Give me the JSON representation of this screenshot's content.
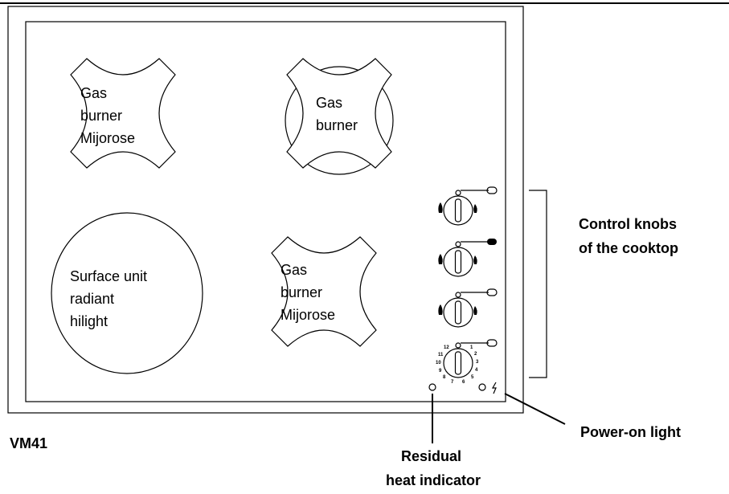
{
  "burners": {
    "top_left": {
      "line1": "Gas",
      "line2": "burner",
      "line3": "Mijorose"
    },
    "top_middle": {
      "line1": "Gas",
      "line2": "burner"
    },
    "bottom_left": {
      "line1": "Surface unit",
      "line2": "radiant",
      "line3": "hilight"
    },
    "bottom_middle": {
      "line1": "Gas",
      "line2": "burner",
      "line3": "Mijorose"
    }
  },
  "callouts": {
    "control_knobs": {
      "line1": "Control knobs",
      "line2": "of the cooktop"
    },
    "power_on_light": "Power-on light",
    "residual_heat": {
      "line1": "Residual",
      "line2": "heat indicator"
    }
  },
  "model": "VM41",
  "knob_scale": [
    "12",
    "1",
    "2",
    "3",
    "4",
    "5",
    "6",
    "7",
    "8",
    "9",
    "10",
    "11"
  ],
  "colors": {
    "line": "#000000",
    "background": "#ffffff"
  }
}
